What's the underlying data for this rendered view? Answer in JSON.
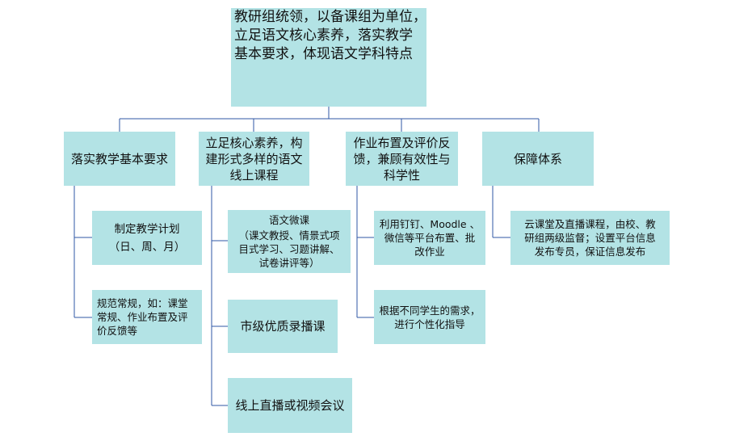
{
  "root": {
    "lines": [
      "教研组统领，以备课组为单位，",
      "立足语文核心素养，落实教学",
      "基本要求，体现语文学科特点"
    ]
  },
  "branches": [
    {
      "lines": [
        "落实教学基本要求"
      ],
      "children": [
        {
          "lines": [
            "制定教学计划",
            "（日、周、月）"
          ]
        },
        {
          "lines": [
            "规范常规，如：课堂",
            "常规、作业布置及评",
            "价反馈等"
          ]
        }
      ]
    },
    {
      "lines": [
        "立足核心素养，构",
        "建形式多样的语文",
        "线上课程"
      ],
      "children": [
        {
          "title": "语文微课",
          "lines": [
            "（课文教授、情景式项",
            "目式学习、习题讲解、",
            "试卷讲评等）"
          ]
        },
        {
          "lines": [
            "市级优质录播课"
          ]
        },
        {
          "lines": [
            "线上直播或视频会议"
          ]
        }
      ]
    },
    {
      "lines": [
        "作业布置及评价反",
        "馈，兼顾有效性与",
        "科学性"
      ],
      "children": [
        {
          "lines": [
            "利用钉钉、Moodle 、",
            "微信等平台布置、批",
            "改作业"
          ]
        },
        {
          "lines": [
            "根据不同学生的需求，",
            "进行个性化指导"
          ]
        }
      ]
    },
    {
      "lines": [
        "保障体系"
      ],
      "children": [
        {
          "lines": [
            "云课堂及直播课程，由校、教",
            "研组两级监督；设置平台信息",
            "发布专员，保证信息发布"
          ]
        }
      ]
    }
  ]
}
